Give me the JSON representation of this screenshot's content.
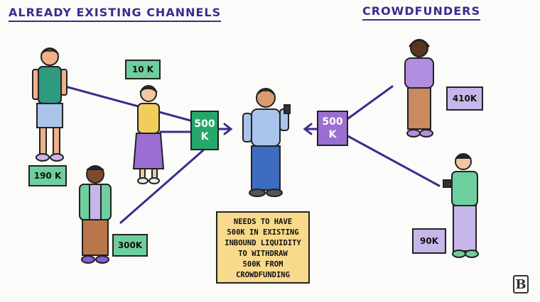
{
  "headings": {
    "left": "ALREADY EXISTING CHANNELS",
    "right": "CROWDFUNDERS"
  },
  "existing_channels": [
    {
      "amount": "10 K"
    },
    {
      "amount": "190 K"
    },
    {
      "amount": "300K"
    }
  ],
  "crowdfunders": [
    {
      "amount": "410K"
    },
    {
      "amount": "90K"
    }
  ],
  "flows": {
    "left": [
      "500",
      "K"
    ],
    "right": [
      "500",
      "K"
    ]
  },
  "note": {
    "lines": [
      "NEEDS TO HAVE",
      "500K IN EXISTING",
      "INBOUND LIQUIDITY",
      "TO WITHDRAW",
      "500K FROM",
      "CROWDFUNDING"
    ]
  },
  "colors": {
    "heading": "#3d2a8f",
    "green_tag": "#6ecf9e",
    "purple_tag": "#c7b6ea",
    "flow_green": "#27a86b",
    "flow_purple": "#9a6fd1",
    "note": "#f9d98b",
    "line": "#3d2a8f"
  },
  "logo": {
    "icon": "book-logo-icon"
  }
}
